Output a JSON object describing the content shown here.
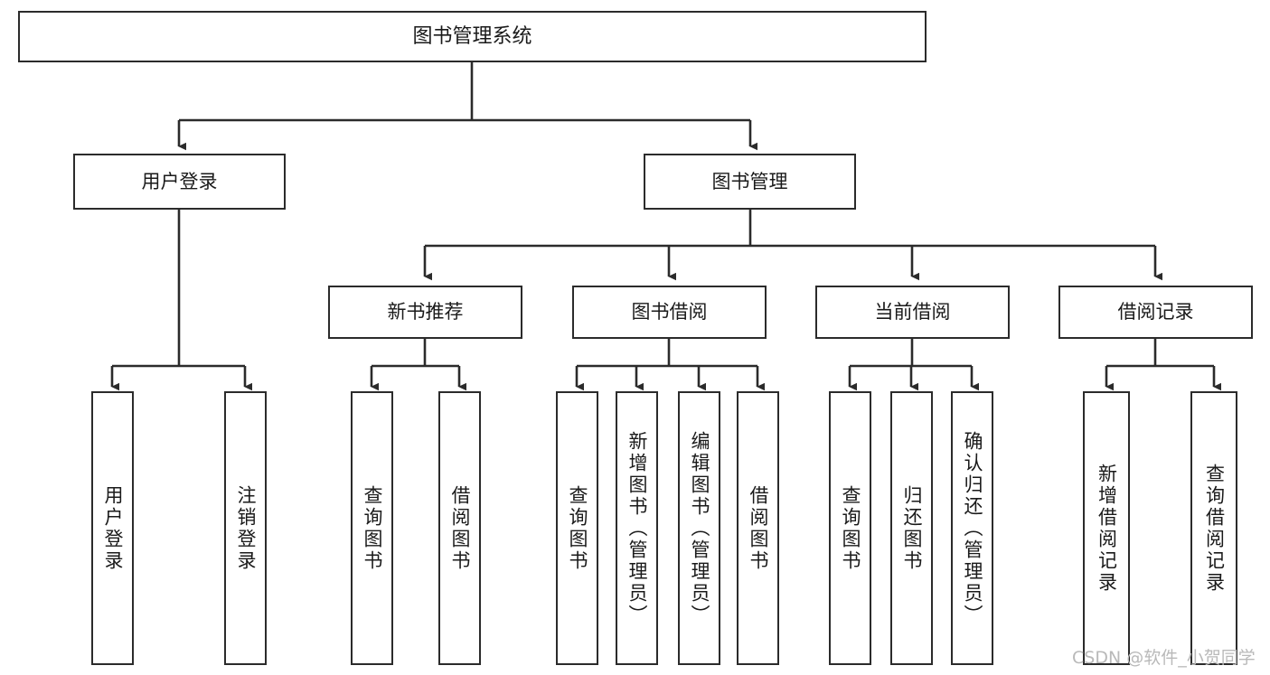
{
  "diagram": {
    "title": "图书管理系统",
    "type": "hierarchy-tree",
    "watermark": "CSDN @软件_小贺同学",
    "colors": {
      "stroke": "#2b2b2b",
      "fill": "#ffffff",
      "text": "#1a1a1a",
      "watermark": "#b9b9b9"
    },
    "levels": {
      "root": {
        "label": "图书管理系统"
      },
      "level2": [
        {
          "label": "用户登录"
        },
        {
          "label": "图书管理"
        }
      ],
      "level3": [
        {
          "label": "新书推荐"
        },
        {
          "label": "图书借阅"
        },
        {
          "label": "当前借阅"
        },
        {
          "label": "借阅记录"
        }
      ],
      "leaves": [
        {
          "label": "用户登录"
        },
        {
          "label": "注销登录"
        },
        {
          "label": "查询图书"
        },
        {
          "label": "借阅图书"
        },
        {
          "label": "查询图书"
        },
        {
          "label": "新增图书（管理员）"
        },
        {
          "label": "编辑图书（管理员）"
        },
        {
          "label": "借阅图书"
        },
        {
          "label": "查询图书"
        },
        {
          "label": "归还图书"
        },
        {
          "label": "确认归还（管理员）"
        },
        {
          "label": "新增借阅记录"
        },
        {
          "label": "查询借阅记录"
        }
      ]
    }
  }
}
